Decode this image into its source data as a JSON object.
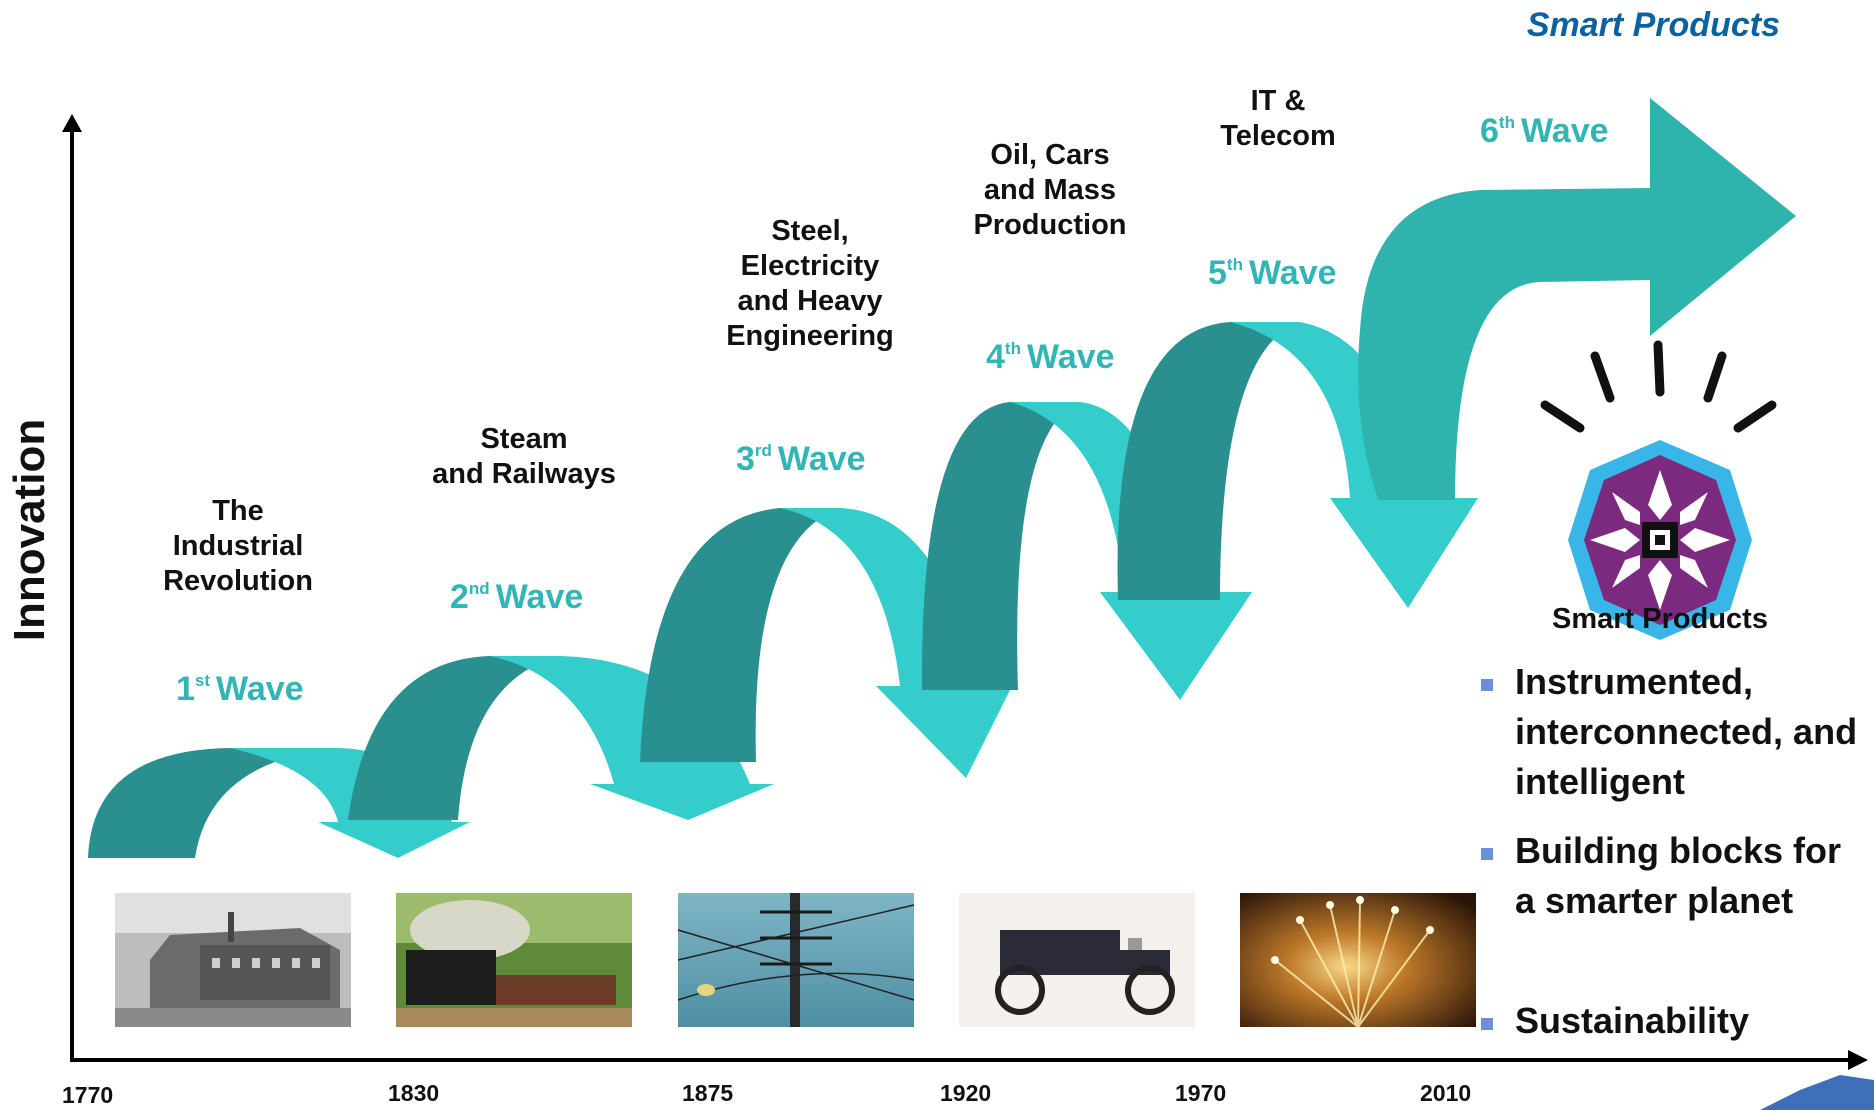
{
  "header": {
    "title": "Smart Products"
  },
  "y_axis_label": "Innovation",
  "eras": [
    {
      "text": "The\nIndustrial\nRevolution"
    },
    {
      "text": "Steam\nand Railways"
    },
    {
      "text": "Steel,\nElectricity\nand Heavy\nEngineering"
    },
    {
      "text": "Oil, Cars\nand Mass\nProduction"
    },
    {
      "text": "IT &\nTelecom"
    }
  ],
  "waves": [
    {
      "num": "1",
      "suffix": "st",
      "label": "Wave"
    },
    {
      "num": "2",
      "suffix": "nd",
      "label": "Wave"
    },
    {
      "num": "3",
      "suffix": "rd",
      "label": "Wave"
    },
    {
      "num": "4",
      "suffix": "th",
      "label": "Wave"
    },
    {
      "num": "5",
      "suffix": "th",
      "label": "Wave"
    },
    {
      "num": "6",
      "suffix": "th",
      "label": "Wave"
    }
  ],
  "years": [
    "1770",
    "1830",
    "1875",
    "1920",
    "1970",
    "2010"
  ],
  "smart_panel": {
    "title": "Smart Products",
    "bullets": [
      "Instrumented, interconnected, and intelligent",
      "Building blocks for a smarter planet",
      "Sustainability"
    ]
  },
  "colors": {
    "wave_light": "#35cccc",
    "wave_dark": "#2a8f8f",
    "wave_text": "#33b5b5",
    "title": "#0a63a0",
    "bullet": "#6d8fd6"
  },
  "photos": [
    "factory-photo",
    "steam-train-photo",
    "power-lines-photo",
    "model-t-car-photo",
    "fiber-optics-photo"
  ]
}
